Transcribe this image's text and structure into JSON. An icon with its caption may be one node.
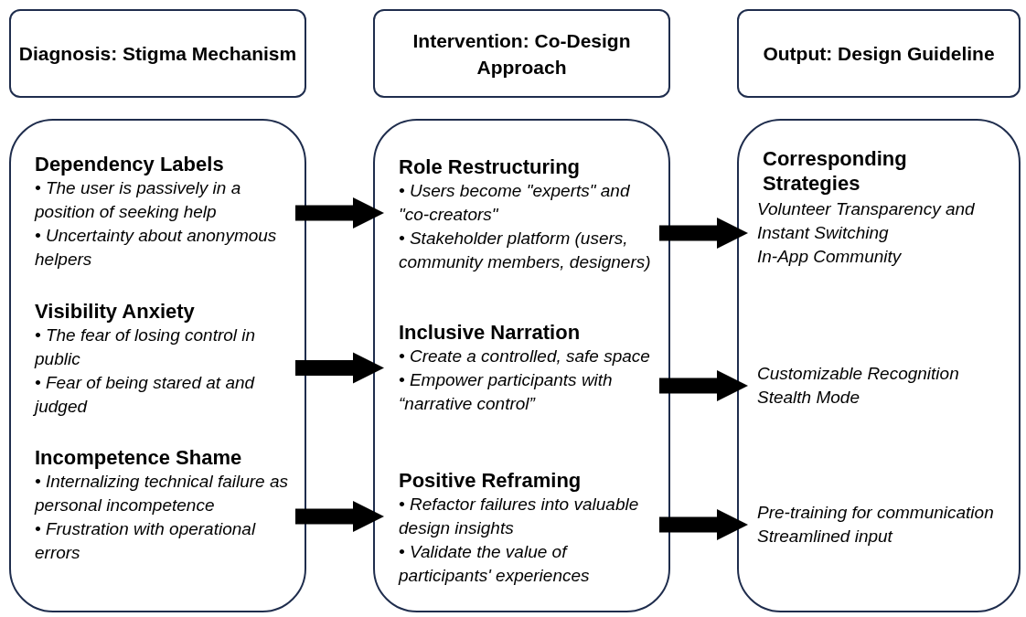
{
  "diagram": {
    "nodes": [
      {
        "text": [
          "Diagnosis: Stigma Mechanism"
        ]
      },
      {
        "text": [
          "Intervention: Co-Design Approach"
        ]
      },
      {
        "text": [
          "Output: Design Guideline"
        ]
      },
      {
        "text": [],
        "shape": "box"
      },
      {
        "text": [
          "Dependency Labels",
          "• The user is passively in a position of seeking help",
          "• Uncertainty about anonymous helpers"
        ],
        "in": 3
      },
      {
        "text": [
          "Visibility Anxiety",
          "• The fear of losing control in public",
          "• Fear of being stared at and judged"
        ],
        "in": 3
      },
      {
        "text": [
          "Incompetence Shame",
          "• Internalizing technical failure as personal incompetence",
          "• Frustration with operational errors"
        ],
        "in": 3
      },
      {
        "text": [],
        "shape": "box"
      },
      {
        "text": [
          "Role Restructuring",
          "• Users become \"experts\" and \"co-creators\"",
          "• Stakeholder platform (users, community members, designers)"
        ],
        "in": 7
      },
      {
        "text": [
          "Inclusive Narration",
          "• Create a controlled, safe space",
          "• Empower participants with “narrative control”"
        ],
        "in": 7
      },
      {
        "text": [
          "Positive Reframing",
          "• Refactor failures into valuable design insights",
          "• Validate the value of participants' experiences"
        ],
        "in": 7
      },
      {
        "text": [
          "Corresponding Strategies"
        ]
      },
      {
        "text": [
          "Volunteer Transparency and Instant Switching",
          "In-App Community"
        ],
        "in": 11
      },
      {
        "text": [
          "Customizable Recognition",
          "Stealth Mode"
        ],
        "in": 11
      },
      {
        "text": [
          "Pre-training for communication",
          "Streamlined input"
        ],
        "in": 11
      }
    ],
    "edges": [
      {
        "from": 4,
        "to": 8,
        "arrow": "to"
      },
      {
        "from": 5,
        "to": 9,
        "arrow": "to"
      },
      {
        "from": 6,
        "to": 10,
        "arrow": "to"
      },
      {
        "from": 8,
        "to": 12,
        "arrow": "to"
      },
      {
        "from": 9,
        "to": 13,
        "arrow": "to"
      },
      {
        "from": 10,
        "to": 14,
        "arrow": "to"
      }
    ]
  }
}
